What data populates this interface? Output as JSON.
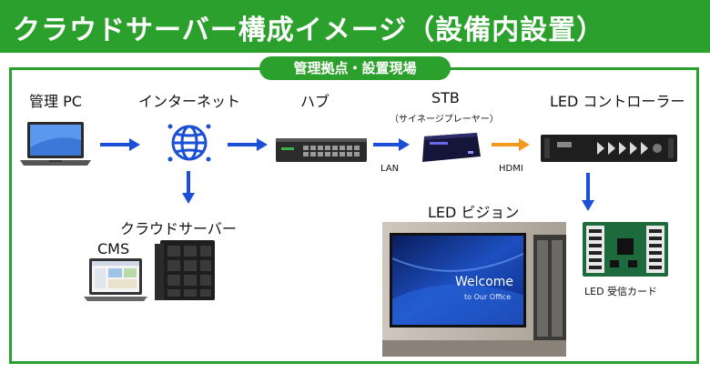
{
  "header": {
    "title": "クラウドサーバー構成イメージ（設備内設置）"
  },
  "site": {
    "badge": "管理拠点・設置現場"
  },
  "nodes": {
    "pc": "管理 PC",
    "internet": "インターネット",
    "hub": "ハブ",
    "stb": "STB",
    "stb_sub": "（サイネージプレーヤー）",
    "controller": "LED コントローラー",
    "cloud": "クラウドサーバー",
    "cms": "CMS",
    "vision": "LED ビジョン",
    "card": "LED 受信カード"
  },
  "links": {
    "lan": "LAN",
    "hdmi": "HDMI"
  },
  "screen": {
    "line1": "Welcome",
    "line2": "to Our Office"
  },
  "colors": {
    "brand_green": "#2ca02c",
    "arrow_blue": "#1a4fd6",
    "arrow_orange": "#f39a1e"
  }
}
